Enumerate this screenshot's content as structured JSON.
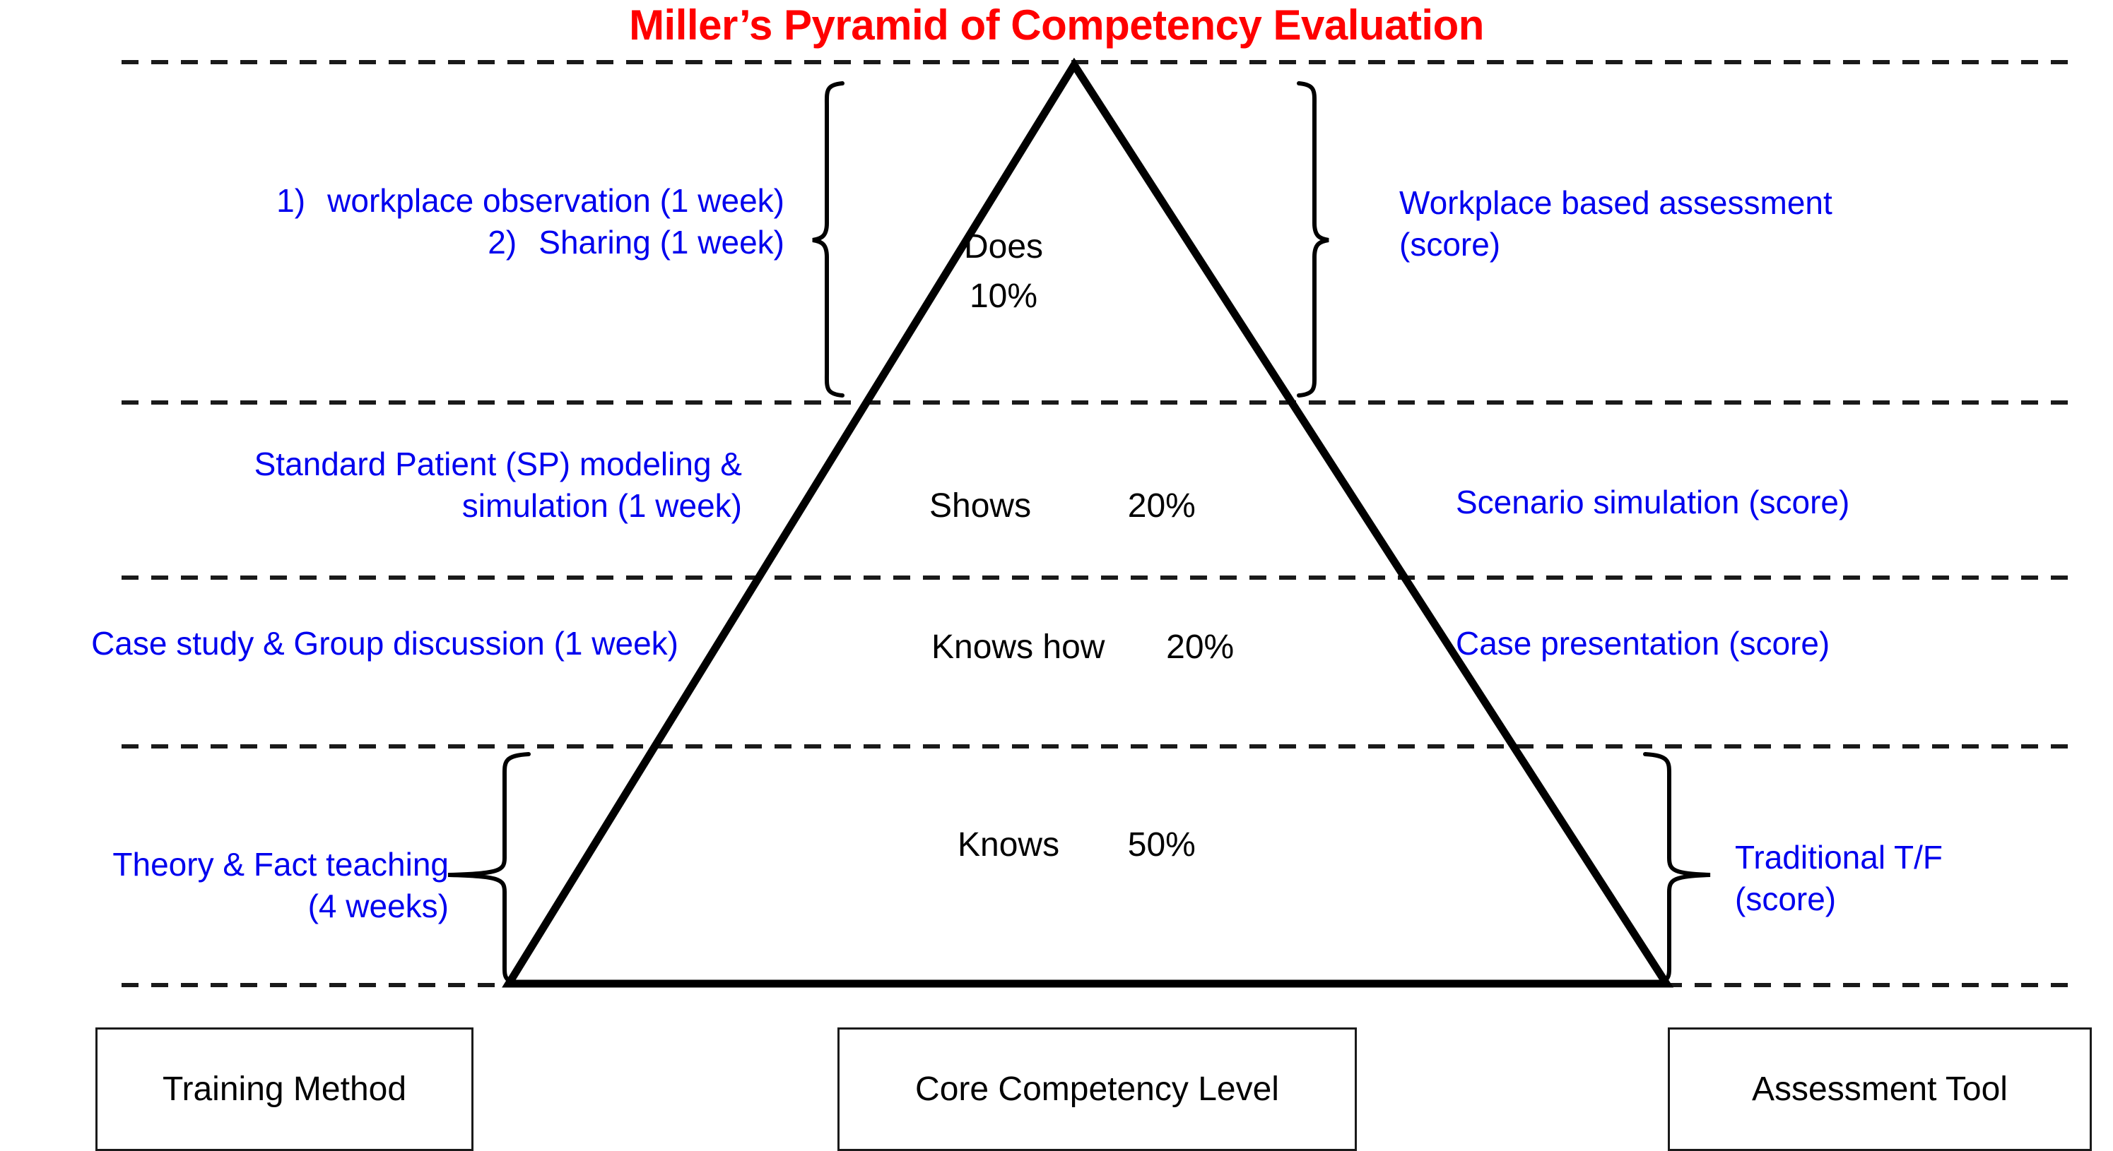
{
  "title": "Miller’s Pyramid of Competency Evaluation",
  "colors": {
    "title_red": "#FF0000",
    "label_blue": "#0000EE",
    "line_black": "#000000"
  },
  "chart_data": {
    "type": "pie",
    "title": "Miller’s Pyramid of Competency Evaluation",
    "categories": [
      "Does",
      "Shows",
      "Knows how",
      "Knows"
    ],
    "values": [
      10,
      20,
      20,
      50
    ],
    "value_labels": [
      "10%",
      "20%",
      "20%",
      "50%"
    ],
    "xlabel": "",
    "ylabel": "",
    "legend": [
      "Training Method",
      "Core Competency Level",
      "Assessment Tool"
    ]
  },
  "levels": [
    {
      "id": "does",
      "competency": "Does",
      "percent": "10%",
      "training_method_lines": [
        {
          "marker": "1)",
          "text": "workplace observation (1 week)"
        },
        {
          "marker": "2)",
          "text": "Sharing (1 week)"
        }
      ],
      "assessment_tool_lines": [
        "Workplace based assessment",
        "(score)"
      ]
    },
    {
      "id": "shows",
      "competency": "Shows",
      "percent": "20%",
      "training_method_lines": [
        {
          "marker": "",
          "text": "Standard Patient (SP) modeling &"
        },
        {
          "marker": "",
          "text": "simulation (1 week)"
        }
      ],
      "assessment_tool_lines": [
        "Scenario simulation (score)"
      ]
    },
    {
      "id": "knows-how",
      "competency": "Knows how",
      "percent": "20%",
      "training_method_lines": [
        {
          "marker": "",
          "text": "Case study & Group discussion (1 week)"
        }
      ],
      "assessment_tool_lines": [
        "Case presentation (score)"
      ]
    },
    {
      "id": "knows",
      "competency": "Knows",
      "percent": "50%",
      "training_method_lines": [
        {
          "marker": "",
          "text": "Theory & Fact teaching"
        },
        {
          "marker": "",
          "text": "(4 weeks)"
        }
      ],
      "assessment_tool_lines": [
        "Traditional T/F",
        "(score)"
      ]
    }
  ],
  "legend_boxes": [
    {
      "id": "training-method",
      "label": "Training Method"
    },
    {
      "id": "core-competency-level",
      "label": "Core Competency Level"
    },
    {
      "id": "assessment-tool",
      "label": "Assessment Tool"
    }
  ]
}
